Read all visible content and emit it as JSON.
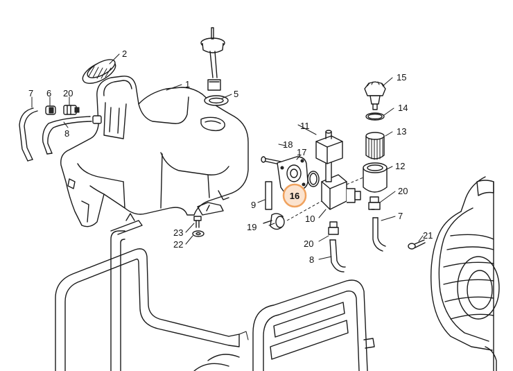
{
  "callouts": [
    {
      "id": "1",
      "label": "1"
    },
    {
      "id": "2",
      "label": "2"
    },
    {
      "id": "5",
      "label": "5"
    },
    {
      "id": "6",
      "label": "6"
    },
    {
      "id": "7a",
      "label": "7"
    },
    {
      "id": "7b",
      "label": "7"
    },
    {
      "id": "8a",
      "label": "8"
    },
    {
      "id": "8b",
      "label": "8"
    },
    {
      "id": "9",
      "label": "9"
    },
    {
      "id": "10",
      "label": "10"
    },
    {
      "id": "11",
      "label": "11"
    },
    {
      "id": "12",
      "label": "12"
    },
    {
      "id": "13",
      "label": "13"
    },
    {
      "id": "14",
      "label": "14"
    },
    {
      "id": "15",
      "label": "15"
    },
    {
      "id": "17",
      "label": "17"
    },
    {
      "id": "18",
      "label": "18"
    },
    {
      "id": "19",
      "label": "19"
    },
    {
      "id": "20a",
      "label": "20"
    },
    {
      "id": "20b",
      "label": "20"
    },
    {
      "id": "20c",
      "label": "20"
    },
    {
      "id": "21",
      "label": "21"
    },
    {
      "id": "22",
      "label": "22"
    },
    {
      "id": "23",
      "label": "23"
    }
  ],
  "highlighted_callout": {
    "label": "16",
    "ring_color": "#f0a25e",
    "fill_color": "#fbe3cf"
  }
}
